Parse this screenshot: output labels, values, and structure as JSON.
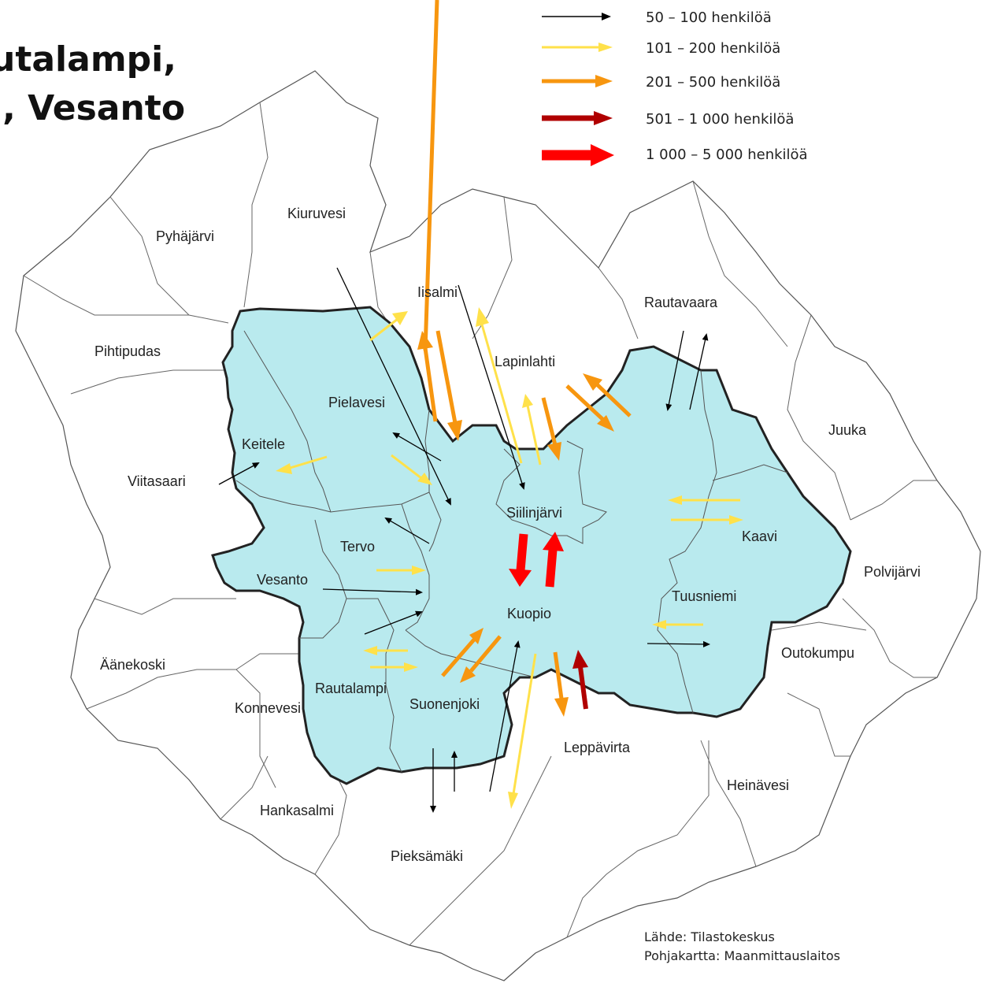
{
  "title_lines": [
    "utalampi,",
    "i, Vesanto"
  ],
  "legend": [
    {
      "label": "50 – 100 henkilöä",
      "color": "#000000"
    },
    {
      "label": "101 – 200 henkilöä",
      "color": "#ffe14a"
    },
    {
      "label": "201 – 500 henkilöä",
      "color": "#f7960f"
    },
    {
      "label": "501 – 1 000 henkilöä",
      "color": "#b00000"
    },
    {
      "label": "1 000 – 5 000 henkilöä",
      "color": "#ff0000"
    }
  ],
  "colors": {
    "region_fill": "#b9eaee",
    "outside_fill": "#ffffff",
    "border": "#555555"
  },
  "municipalities": {
    "kiuruvesi": "Kiuruvesi",
    "pyhajarvi": "Pyhäjärvi",
    "iisalmi": "Iisalmi",
    "rautavaara": "Rautavaara",
    "pihtipudas": "Pihtipudas",
    "lapinlahti": "Lapinlahti",
    "pielavesi": "Pielavesi",
    "juuka": "Juuka",
    "keitele": "Keitele",
    "viitasaari": "Viitasaari",
    "siilinjarvi": "Siilinjärvi",
    "kaavi": "Kaavi",
    "tervo": "Tervo",
    "polvijarvi": "Polvijärvi",
    "vesanto": "Vesanto",
    "tuusniemi": "Tuusniemi",
    "kuopio": "Kuopio",
    "outokumpu": "Outokumpu",
    "aanekoski": "Äänekoski",
    "rautalampi": "Rautalampi",
    "konnevesi": "Konnevesi",
    "suonenjoki": "Suonenjoki",
    "leppavirta": "Leppävirta",
    "heinavesi": "Heinävesi",
    "hankasalmi": "Hankasalmi",
    "pieksamaki": "Pieksämäki"
  },
  "source": {
    "line1": "Lähde: Tilastokeskus",
    "line2": "Pohjakartta: Maanmittauslaitos"
  }
}
